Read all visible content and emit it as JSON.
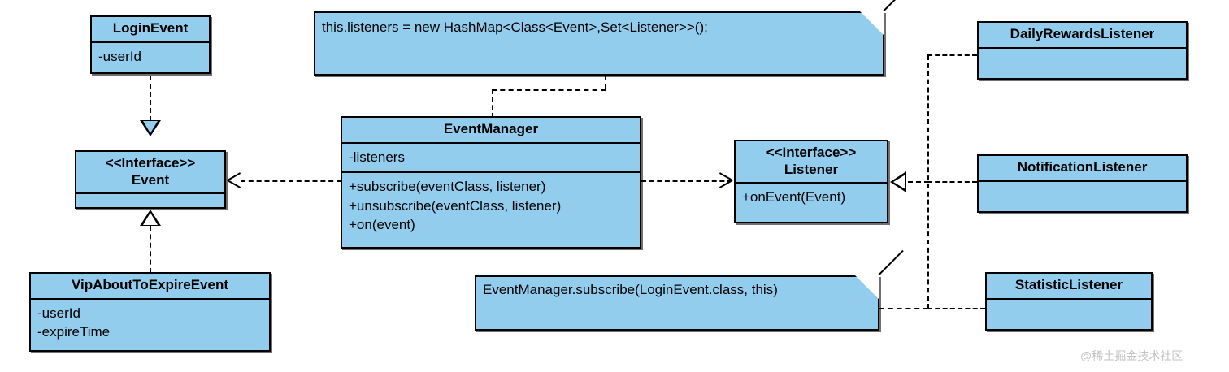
{
  "diagram": {
    "type": "uml-class-diagram",
    "colors": {
      "box_fill": "#92CDEE",
      "border": "#000000",
      "background": "#ffffff",
      "watermark": "#c2c2c2"
    },
    "watermark": "@稀土掘金技术社区"
  },
  "classes": {
    "login_event": {
      "name": "LoginEvent",
      "attributes": [
        "-userId"
      ]
    },
    "vip_about_to_expire_event": {
      "name": "VipAboutToExpireEvent",
      "attributes": [
        "-userId",
        "-expireTime"
      ]
    },
    "event_interface": {
      "stereotype": "<<Interface>>",
      "name": "Event",
      "members": []
    },
    "event_manager": {
      "name": "EventManager",
      "attributes": [
        "-listeners"
      ],
      "methods": [
        "+subscribe(eventClass, listener)",
        "+unsubscribe(eventClass, listener)",
        "+on(event)"
      ]
    },
    "listener_interface": {
      "stereotype": "<<Interface>>",
      "name": "Listener",
      "methods": [
        "+onEvent(Event)"
      ]
    },
    "daily_rewards_listener": {
      "name": "DailyRewardsListener",
      "members": []
    },
    "notification_listener": {
      "name": "NotificationListener",
      "members": []
    },
    "statistic_listener": {
      "name": "StatisticListener",
      "members": []
    }
  },
  "notes": {
    "hashmap_note": {
      "text": "this.listeners = new HashMap<Class<Event>,Set<Listener>>();"
    },
    "subscribe_note": {
      "text": "EventManager.subscribe(LoginEvent.class, this)"
    }
  },
  "relationships": [
    {
      "from": "LoginEvent",
      "to": "Event",
      "kind": "realization"
    },
    {
      "from": "VipAboutToExpireEvent",
      "to": "Event",
      "kind": "realization"
    },
    {
      "from": "EventManager",
      "to": "Event",
      "kind": "dependency"
    },
    {
      "from": "EventManager",
      "to": "Listener",
      "kind": "dependency"
    },
    {
      "from": "DailyRewardsListener",
      "to": "Listener",
      "kind": "realization"
    },
    {
      "from": "NotificationListener",
      "to": "Listener",
      "kind": "realization"
    },
    {
      "from": "StatisticListener",
      "to": "Listener",
      "kind": "realization"
    },
    {
      "from": "hashmap_note",
      "to": "EventManager",
      "kind": "note-anchor"
    },
    {
      "from": "subscribe_note",
      "to": "StatisticListener",
      "kind": "note-anchor"
    }
  ]
}
